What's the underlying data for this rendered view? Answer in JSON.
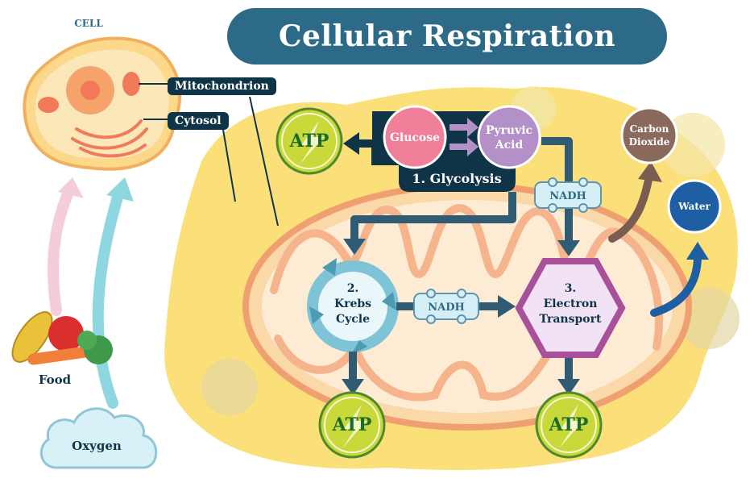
{
  "title": "Cellular Respiration",
  "cell": {
    "label": "CELL",
    "mitochondrion_tag": "Mitochondrion",
    "cytosol_tag": "Cytosol"
  },
  "inputs": {
    "food": "Food",
    "oxygen": "Oxygen"
  },
  "glycolysis": {
    "glucose": "Glucose",
    "pyruvic_line1": "Pyruvic",
    "pyruvic_line2": "Acid",
    "step_label": "1. Glycolysis"
  },
  "krebs": {
    "line1": "2.",
    "line2": "Krebs",
    "line3": "Cycle"
  },
  "electron_transport": {
    "line1": "3.",
    "line2": "Electron",
    "line3": "Transport"
  },
  "carriers": {
    "nadh_top": "NADH",
    "nadh_middle": "NADH"
  },
  "atp": {
    "top": "ATP",
    "krebs": "ATP",
    "electron": "ATP"
  },
  "outputs": {
    "carbon_line1": "Carbon",
    "carbon_line2": "Dioxide",
    "water": "Water"
  },
  "colors": {
    "title_bg": "#2d6a87",
    "dark_panel": "#0f3347",
    "atp_green": "#c9d93a",
    "glucose_pink": "#f07f9a",
    "pyruvic_purple": "#b490c8",
    "krebs_blue": "#7ec3d6",
    "electron_purple": "#a9509a",
    "carbon_brown": "#8a6a5c",
    "water_blue": "#1e5fa3",
    "arrow_dark": "#2f5b74"
  }
}
